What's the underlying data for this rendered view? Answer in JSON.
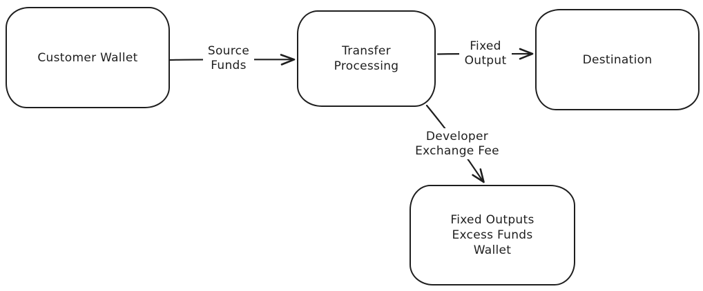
{
  "canvas": {
    "background_color": "#ffffff",
    "stroke_color": "#1e1e1e",
    "text_color": "#1e1e1e",
    "style": "hand-drawn-flowchart"
  },
  "nodes": [
    {
      "id": "customer-wallet",
      "label": "Customer Wallet",
      "lines": [
        "Customer Wallet"
      ]
    },
    {
      "id": "transfer-processing",
      "label": "Transfer Processing",
      "lines": [
        "Transfer",
        "Processing"
      ]
    },
    {
      "id": "destination",
      "label": "Destination",
      "lines": [
        "Destination"
      ]
    },
    {
      "id": "fixed-outputs-excess-funds-wallet",
      "label": "Fixed Outputs Excess Funds Wallet",
      "lines": [
        "Fixed Outputs",
        "Excess Funds",
        "Wallet"
      ]
    }
  ],
  "edges": [
    {
      "from": "customer-wallet",
      "to": "transfer-processing",
      "label": "Source Funds",
      "lines": [
        "Source",
        "Funds"
      ]
    },
    {
      "from": "transfer-processing",
      "to": "destination",
      "label": "Fixed Output",
      "lines": [
        "Fixed",
        "Output"
      ]
    },
    {
      "from": "transfer-processing",
      "to": "fixed-outputs-excess-funds-wallet",
      "label": "Developer Exchange Fee",
      "lines": [
        "Developer",
        "Exchange Fee"
      ]
    }
  ]
}
